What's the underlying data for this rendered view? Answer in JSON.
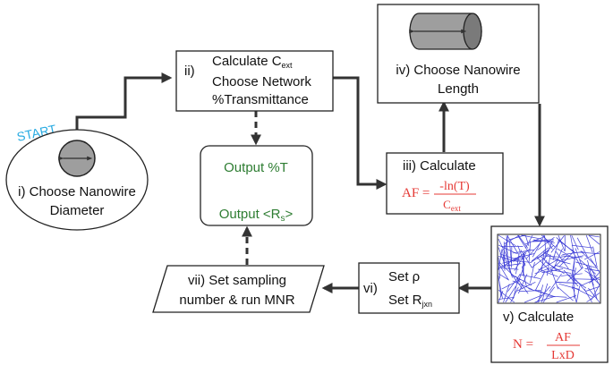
{
  "start": {
    "label": "START"
  },
  "step_i": {
    "line1": "i) Choose Nanowire",
    "line2": "Diameter"
  },
  "step_ii": {
    "num": "ii)",
    "calc": "Calculate C",
    "calc_sub": "ext",
    "line2": "Choose Network",
    "line3": "%Transmittance"
  },
  "step_iii": {
    "title": "iii) Calculate",
    "af": "AF =",
    "numerator": "-ln(T)",
    "denominator": "C",
    "denominator_sub": "ext"
  },
  "step_iv": {
    "line1": "iv) Choose Nanowire",
    "line2": "Length"
  },
  "step_v": {
    "title": "v) Calculate",
    "n": "N =",
    "numerator": "AF",
    "denominator": "LxD"
  },
  "step_vi": {
    "num": "vi)",
    "line1": "Set ρ",
    "line2": "Set R",
    "line2_sub": "jxn"
  },
  "step_vii": {
    "line1": "vii)  Set sampling",
    "line2": "number & run MNR"
  },
  "output": {
    "line1": "Output %T",
    "line2": "Output <R",
    "line2_sub": "s",
    "line2_end": ">"
  },
  "colors": {
    "start": "#29abe2",
    "output_text": "#2e7d32",
    "formula": "#e53935",
    "wire": "#3b3bd6"
  },
  "icons": [
    "circle-cross-section-icon",
    "cylinder-nanowire-icon",
    "nanowire-network-icon"
  ]
}
